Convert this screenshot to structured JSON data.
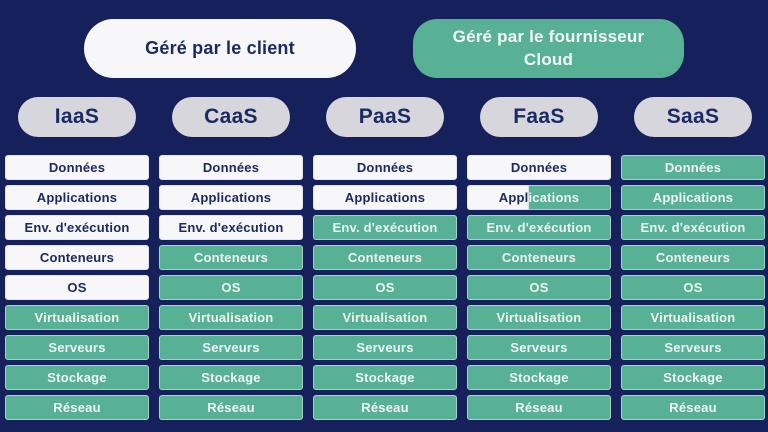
{
  "title": "Cloud service models responsibility comparison (IaaS vs CaaS vs PaaS vs FaaS vs SaaS)",
  "colors": {
    "background": "#16205A",
    "client_managed": "#F7F7F9",
    "cloud_managed": "#58B095",
    "header_pill": "#D6D6DC",
    "text_dark": "#1C2A63",
    "text_light": "#EDF6F2"
  },
  "legend": {
    "client": {
      "label": "Géré par le client",
      "color": "#F7F7F9"
    },
    "cloud": {
      "label": "Géré par le fournisseur Cloud",
      "color": "#58B095"
    }
  },
  "table": {
    "row_labels": [
      "Données",
      "Applications",
      "Env. d'exécution",
      "Conteneurs",
      "OS",
      "Virtualisation",
      "Serveurs",
      "Stockage",
      "Réseau"
    ],
    "columns": [
      {
        "name": "IaaS",
        "cells": [
          {
            "label": "Données",
            "managed_by": "client"
          },
          {
            "label": "Applications",
            "managed_by": "client"
          },
          {
            "label": "Env. d'exécution",
            "managed_by": "client"
          },
          {
            "label": "Conteneurs",
            "managed_by": "client"
          },
          {
            "label": "OS",
            "managed_by": "client"
          },
          {
            "label": "Virtualisation",
            "managed_by": "cloud"
          },
          {
            "label": "Serveurs",
            "managed_by": "cloud"
          },
          {
            "label": "Stockage",
            "managed_by": "cloud"
          },
          {
            "label": "Réseau",
            "managed_by": "cloud"
          }
        ]
      },
      {
        "name": "CaaS",
        "cells": [
          {
            "label": "Données",
            "managed_by": "client"
          },
          {
            "label": "Applications",
            "managed_by": "client"
          },
          {
            "label": "Env. d'exécution",
            "managed_by": "client"
          },
          {
            "label": "Conteneurs",
            "managed_by": "cloud"
          },
          {
            "label": "OS",
            "managed_by": "cloud"
          },
          {
            "label": "Virtualisation",
            "managed_by": "cloud"
          },
          {
            "label": "Serveurs",
            "managed_by": "cloud"
          },
          {
            "label": "Stockage",
            "managed_by": "cloud"
          },
          {
            "label": "Réseau",
            "managed_by": "cloud"
          }
        ]
      },
      {
        "name": "PaaS",
        "cells": [
          {
            "label": "Données",
            "managed_by": "client"
          },
          {
            "label": "Applications",
            "managed_by": "client"
          },
          {
            "label": "Env. d'exécution",
            "managed_by": "cloud"
          },
          {
            "label": "Conteneurs",
            "managed_by": "cloud"
          },
          {
            "label": "OS",
            "managed_by": "cloud"
          },
          {
            "label": "Virtualisation",
            "managed_by": "cloud"
          },
          {
            "label": "Serveurs",
            "managed_by": "cloud"
          },
          {
            "label": "Stockage",
            "managed_by": "cloud"
          },
          {
            "label": "Réseau",
            "managed_by": "cloud"
          }
        ]
      },
      {
        "name": "FaaS",
        "cells": [
          {
            "label": "Données",
            "managed_by": "client"
          },
          {
            "label": "Applications",
            "managed_by": "split"
          },
          {
            "label": "Env. d'exécution",
            "managed_by": "cloud"
          },
          {
            "label": "Conteneurs",
            "managed_by": "cloud"
          },
          {
            "label": "OS",
            "managed_by": "cloud"
          },
          {
            "label": "Virtualisation",
            "managed_by": "cloud"
          },
          {
            "label": "Serveurs",
            "managed_by": "cloud"
          },
          {
            "label": "Stockage",
            "managed_by": "cloud"
          },
          {
            "label": "Réseau",
            "managed_by": "cloud"
          }
        ]
      },
      {
        "name": "SaaS",
        "cells": [
          {
            "label": "Données",
            "managed_by": "cloud"
          },
          {
            "label": "Applications",
            "managed_by": "cloud"
          },
          {
            "label": "Env. d'exécution",
            "managed_by": "cloud"
          },
          {
            "label": "Conteneurs",
            "managed_by": "cloud"
          },
          {
            "label": "OS",
            "managed_by": "cloud"
          },
          {
            "label": "Virtualisation",
            "managed_by": "cloud"
          },
          {
            "label": "Serveurs",
            "managed_by": "cloud"
          },
          {
            "label": "Stockage",
            "managed_by": "cloud"
          },
          {
            "label": "Réseau",
            "managed_by": "cloud"
          }
        ]
      }
    ]
  }
}
